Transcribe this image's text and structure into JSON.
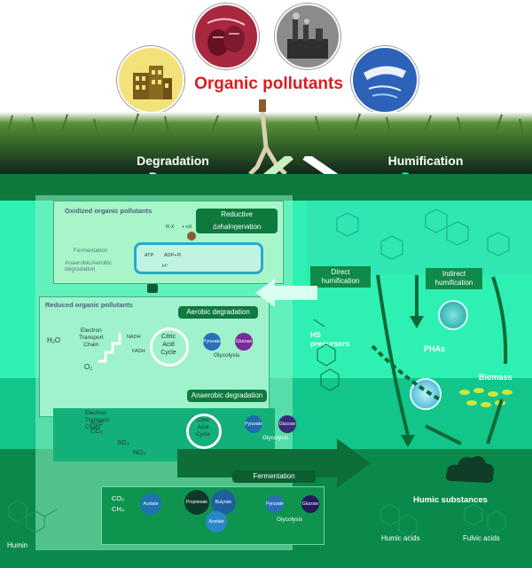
{
  "title": "Organic pollutants",
  "left_heading": [
    "Degradation",
    "Process"
  ],
  "right_heading": [
    "Humification",
    "Process"
  ],
  "oxidized_box": {
    "title": "Oxidized organic pollutants",
    "badge": "Reductive dehalogenation",
    "labels": [
      "Fermentation",
      "Anaerobic/Aerobic degradation"
    ],
    "formula_1": "R-X",
    "formula_2": "+ nX",
    "formula_3": "R-X",
    "ion_labels": [
      "2H⁺",
      "H⁺"
    ],
    "atp_label": "ATP",
    "adp_label": "ADP+Pi",
    "membrane_label": "H⁺"
  },
  "reduced_box": {
    "title": "Reduced organic pollutants",
    "aerobic_badge": "Aerobic degradation",
    "anaerobic_badge": "Anaerobic degradation",
    "fermentation_badge": "Fermentation",
    "etc_label": [
      "Electron",
      "Transport",
      "Chain"
    ],
    "etc_label_2": [
      "Electron",
      "Transport",
      "Chain"
    ],
    "h2o": "H₂O",
    "o2": "O₂",
    "h2o_2": "H₂O",
    "co2": "CO₂",
    "so4": "SO₄",
    "no3": "NO₃",
    "co2_2": "CO₂",
    "ch4": "CH₄",
    "cycle_label": [
      "Citric",
      "Acid",
      "Cycle"
    ],
    "cycle_label_2": [
      "Citric",
      "Acid",
      "Cycle"
    ],
    "glycolysis": "Glycolysis",
    "glycolysis_2": "Glycolysis",
    "glycolysis_3": "Glycolysis",
    "pyruvate": "Pyruvate",
    "glucose": "Glucose",
    "pyruvate_2": "Pyruvate",
    "glucose_2": "Glucose",
    "pyruvate_3": "Pyruvate",
    "glucose_3": "Glucose",
    "acetate": "Acetate",
    "propionate": "Propionate",
    "butyrate": "Butyrate",
    "acetate_2": "Acetate",
    "nadh": "NADH",
    "fadh": "FADH"
  },
  "humification": {
    "direct": [
      "Direct",
      "humification"
    ],
    "indirect": [
      "Indirect",
      "humification"
    ],
    "hs_precursors": [
      "HS",
      "precursors"
    ],
    "phas": "PHAs",
    "biomass": "Biomass",
    "humic_substances": "Humic substances",
    "humic_acids": "Humic acids",
    "fulvic_acids": "Fulvic acids",
    "humin": "Humin"
  },
  "colors": {
    "accent_red": "#d81e1e",
    "dark_green": "#0e7a3e",
    "mint": "#2ff0b4",
    "teal": "#1cd8a8"
  }
}
